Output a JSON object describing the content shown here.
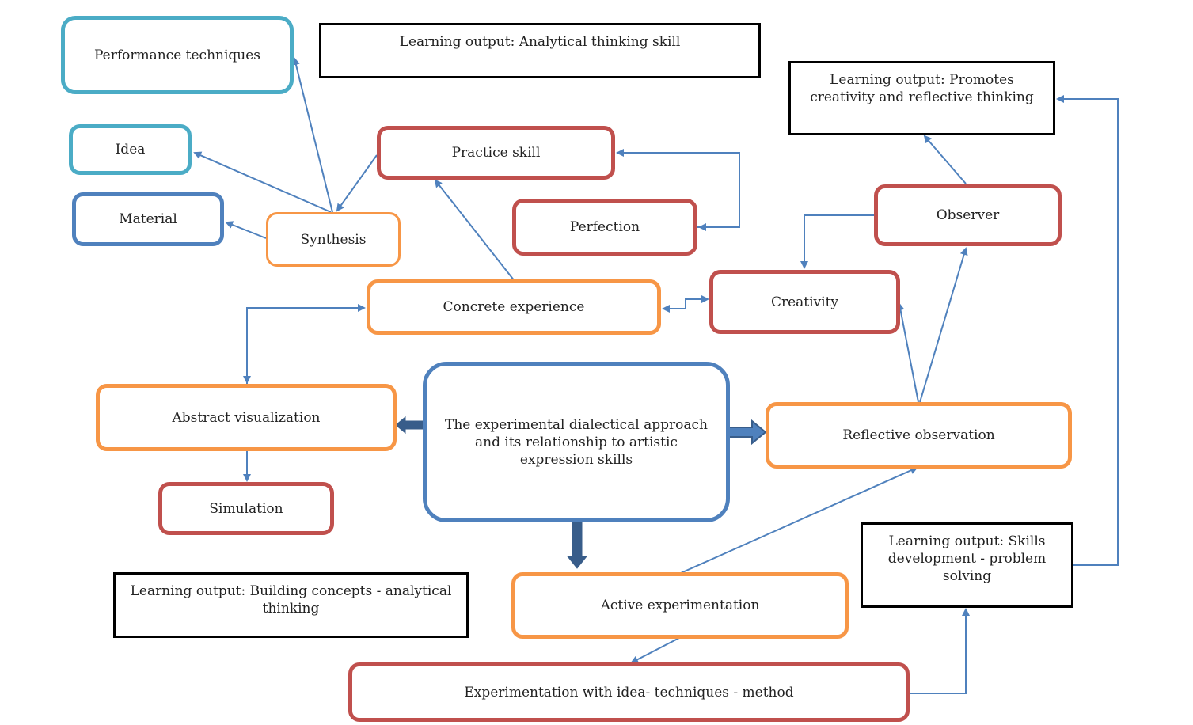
{
  "colors": {
    "connector": "#4f81bd",
    "thick_arrow": "#385d8a",
    "teal": "#4bacc6",
    "red": "#c0504d",
    "orange": "#f79646",
    "blue": "#4f81bd"
  },
  "nodes": {
    "center": "The experimental dialectical approach and its relationship to artistic expression skills",
    "performance_techniques": "Performance techniques",
    "idea": "Idea",
    "material": "Material",
    "synthesis": "Synthesis",
    "practice_skill": "Practice skill",
    "perfection": "Perfection",
    "concrete_experience": "Concrete experience",
    "creativity": "Creativity",
    "observer": "Observer",
    "abstract_visualization": "Abstract visualization",
    "simulation": "Simulation",
    "reflective_observation": "Reflective observation",
    "active_experimentation": "Active experimentation",
    "experimentation_method": "Experimentation with idea- techniques - method"
  },
  "outputs": {
    "analytical": "Learning output: Analytical thinking skill",
    "creativity_reflective": "Learning output: Promotes creativity and reflective thinking",
    "building_concepts": "Learning output: Building concepts - analytical thinking",
    "skills_problem": "Learning output: Skills development - problem solving"
  }
}
